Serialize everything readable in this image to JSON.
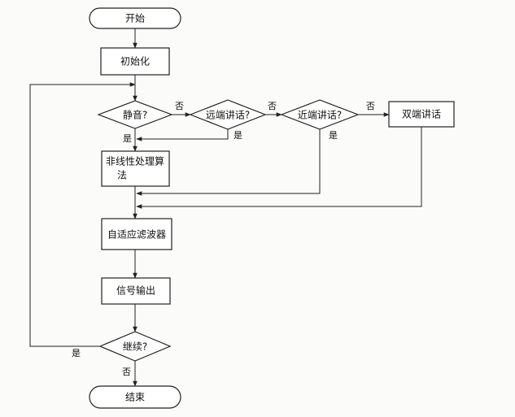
{
  "nodes": {
    "start": "开始",
    "init": "初始化",
    "mute": "静音?",
    "far": "远端讲话?",
    "near": "近端讲话?",
    "double": "双端讲话",
    "nlp_line1": "非线性处理算",
    "nlp_line2": "法",
    "adaptive": "自适应滤波器",
    "output": "信号输出",
    "cont": "继续?",
    "end": "结束"
  },
  "edge_labels": {
    "mute_no": "否",
    "mute_yes": "是",
    "far_no": "否",
    "far_yes": "是",
    "near_no": "否",
    "near_yes": "是",
    "cont_yes": "是",
    "cont_no": "否"
  }
}
